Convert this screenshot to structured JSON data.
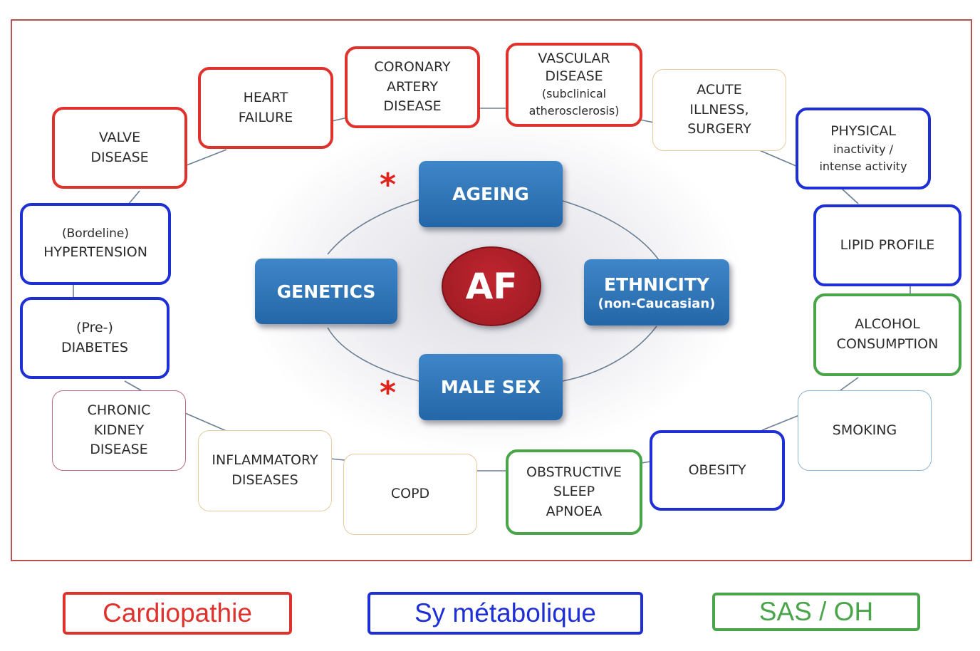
{
  "center": {
    "label": "AF",
    "color": "#b01e28"
  },
  "core_factors": {
    "ageing": "AGEING",
    "genetics": "GENETICS",
    "ethnicity": "ETHNICITY",
    "ethnicity_sub": "(non-Caucasian)",
    "male_sex": "MALE SEX",
    "marker": "*"
  },
  "risk_factors": {
    "valve": [
      "VALVE",
      "DISEASE"
    ],
    "heart_failure": [
      "HEART",
      "FAILURE"
    ],
    "coronary": [
      "CORONARY",
      "ARTERY",
      "DISEASE"
    ],
    "vascular": [
      "VASCULAR",
      "DISEASE",
      "(subclinical",
      "atherosclerosis)"
    ],
    "acute": [
      "ACUTE",
      "ILLNESS,",
      "SURGERY"
    ],
    "physical": [
      "PHYSICAL",
      "inactivity /",
      "intense activity"
    ],
    "lipid": [
      "LIPID PROFILE"
    ],
    "alcohol": [
      "ALCOHOL",
      "CONSUMPTION"
    ],
    "smoking": [
      "SMOKING"
    ],
    "obesity": [
      "OBESITY"
    ],
    "osa": [
      "OBSTRUCTIVE",
      "SLEEP",
      "APNOEA"
    ],
    "copd": [
      "COPD"
    ],
    "inflammatory": [
      "INFLAMMATORY",
      "DISEASES"
    ],
    "ckd": [
      "CHRONIC",
      "KIDNEY",
      "DISEASE"
    ],
    "diabetes": [
      "(Pre-)",
      "DIABETES"
    ],
    "hypertension": [
      "(Bordeline)",
      "HYPERTENSION"
    ]
  },
  "legend": {
    "cardio": "Cardiopathie",
    "metabolic": "Sy métabolique",
    "sas": "SAS / OH"
  },
  "colors": {
    "cardio": "#e0322c",
    "metabolic": "#1f2fd6",
    "sas": "#4aa54a",
    "neutral_orange": "#e8c9a0",
    "neutral_blue": "#8fb4cf",
    "ckd_border": "#b86a86",
    "core_blue": "#2d73b8"
  }
}
